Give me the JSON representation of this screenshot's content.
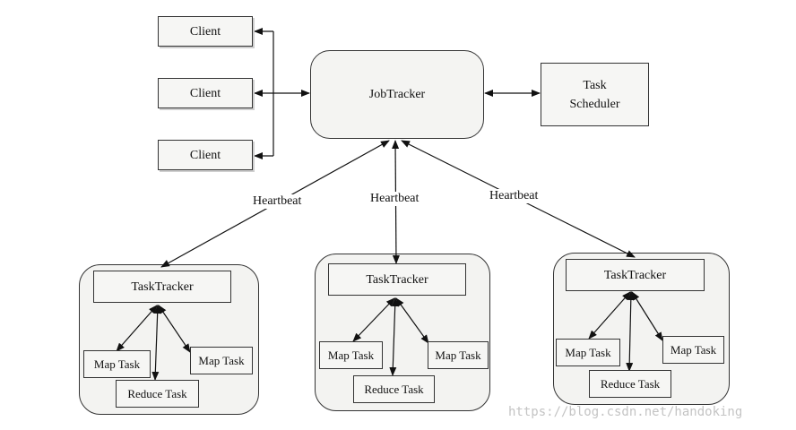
{
  "clients": [
    "Client",
    "Client",
    "Client"
  ],
  "jobtracker": "JobTracker",
  "scheduler": [
    "Task",
    "Scheduler"
  ],
  "heartbeat": [
    "Heartbeat",
    "Heartbeat",
    "Heartbeat"
  ],
  "groups": [
    {
      "tracker": "TaskTracker",
      "map1": "Map Task",
      "map2": "Map Task",
      "reduce": "Reduce Task"
    },
    {
      "tracker": "TaskTracker",
      "map1": "Map Task",
      "map2": "Map Task",
      "reduce": "Reduce Task"
    },
    {
      "tracker": "TaskTracker",
      "map1": "Map Task",
      "map2": "Map Task",
      "reduce": "Reduce Task"
    }
  ],
  "watermark": "https://blog.csdn.net/handoking"
}
